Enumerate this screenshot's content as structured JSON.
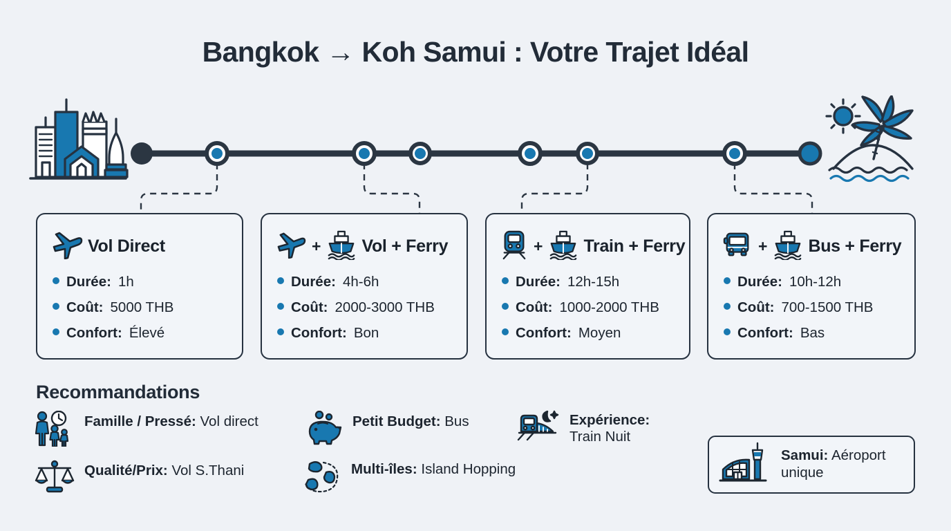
{
  "page": {
    "title": "Bangkok → Koh Samui : Votre Trajet Idéal",
    "recommendations_heading": "Recommandations"
  },
  "colors": {
    "background": "#eff2f6",
    "ink": "#222c38",
    "accent_blue": "#1878b0",
    "line_dark": "#2b3642",
    "card_fill": "#f2f5f9"
  },
  "timeline": {
    "start_icon": "bangkok-skyline-icon",
    "end_icon": "tropical-island-icon",
    "nodes": [
      {
        "name": "start-node",
        "style": "solid-dark"
      },
      {
        "name": "node-vol-direct",
        "style": "ring-blue"
      },
      {
        "name": "node-vol-ferry",
        "style": "ring-blue"
      },
      {
        "name": "node-3",
        "style": "ring-blue"
      },
      {
        "name": "node-train-ferry",
        "style": "ring-blue"
      },
      {
        "name": "node-5",
        "style": "ring-blue"
      },
      {
        "name": "node-bus-ferry",
        "style": "ring-blue"
      },
      {
        "name": "end-node",
        "style": "solid-blue"
      }
    ]
  },
  "options": [
    {
      "title": "Vol Direct",
      "icons": [
        "plane-icon"
      ],
      "has_plus": false,
      "rows": [
        {
          "label": "Durée:",
          "value": "1h"
        },
        {
          "label": "Coût:",
          "value": "5000 THB"
        },
        {
          "label": "Confort:",
          "value": "Élevé"
        }
      ]
    },
    {
      "title": "Vol + Ferry",
      "icons": [
        "plane-icon",
        "ferry-icon"
      ],
      "has_plus": true,
      "rows": [
        {
          "label": "Durée:",
          "value": "4h-6h"
        },
        {
          "label": "Coût:",
          "value": "2000-3000 THB"
        },
        {
          "label": "Confort:",
          "value": "Bon"
        }
      ]
    },
    {
      "title": "Train + Ferry",
      "icons": [
        "train-icon",
        "ferry-icon"
      ],
      "has_plus": true,
      "rows": [
        {
          "label": "Durée:",
          "value": "12h-15h"
        },
        {
          "label": "Coût:",
          "value": "1000-2000 THB"
        },
        {
          "label": "Confort:",
          "value": "Moyen"
        }
      ]
    },
    {
      "title": "Bus + Ferry",
      "icons": [
        "bus-icon",
        "ferry-icon"
      ],
      "has_plus": true,
      "rows": [
        {
          "label": "Durée:",
          "value": "10h-12h"
        },
        {
          "label": "Coût:",
          "value": "700-1500 THB"
        },
        {
          "label": "Confort:",
          "value": "Bas"
        }
      ]
    }
  ],
  "recommendations": [
    {
      "icon": "family-clock-icon",
      "label": "Famille / Pressé:",
      "value": "Vol direct"
    },
    {
      "icon": "scales-balance-icon",
      "label": "Qualité/Prix:",
      "value": "Vol S.Thani"
    },
    {
      "icon": "piggy-bank-icon",
      "label": "Petit Budget:",
      "value": "Bus"
    },
    {
      "icon": "islands-route-icon",
      "label": "Multi-îles:",
      "value": "Island Hopping"
    },
    {
      "icon": "night-train-icon",
      "label": "Expérience:",
      "value": "Train Nuit"
    }
  ],
  "note": {
    "icon": "airport-terminal-icon",
    "label": "Samui:",
    "value": "Aéroport unique"
  }
}
